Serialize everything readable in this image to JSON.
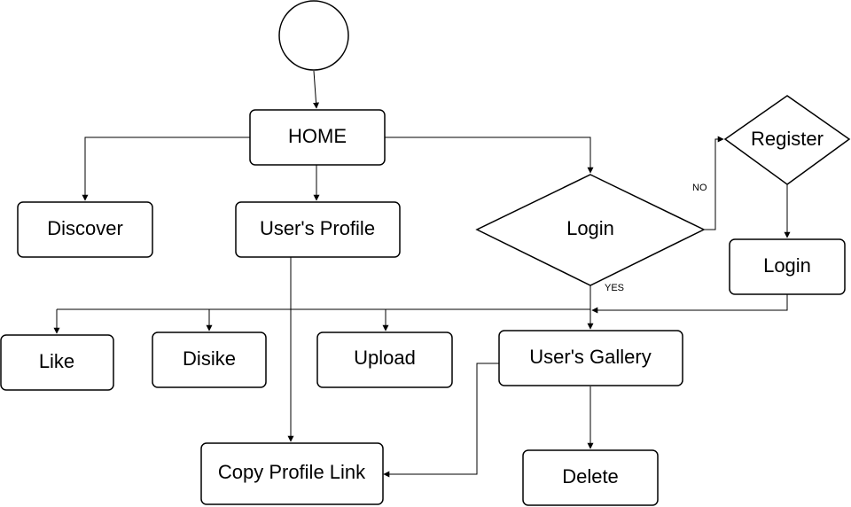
{
  "nodes": {
    "home": "HOME",
    "discover": "Discover",
    "profile": "User's Profile",
    "login_decision": "Login",
    "register": "Register",
    "login": "Login",
    "like": "Like",
    "dislike": "Disike",
    "upload": "Upload",
    "gallery": "User's Gallery",
    "copy_link": "Copy Profile Link",
    "delete": "Delete"
  },
  "edge_labels": {
    "no": "NO",
    "yes": "YES"
  }
}
